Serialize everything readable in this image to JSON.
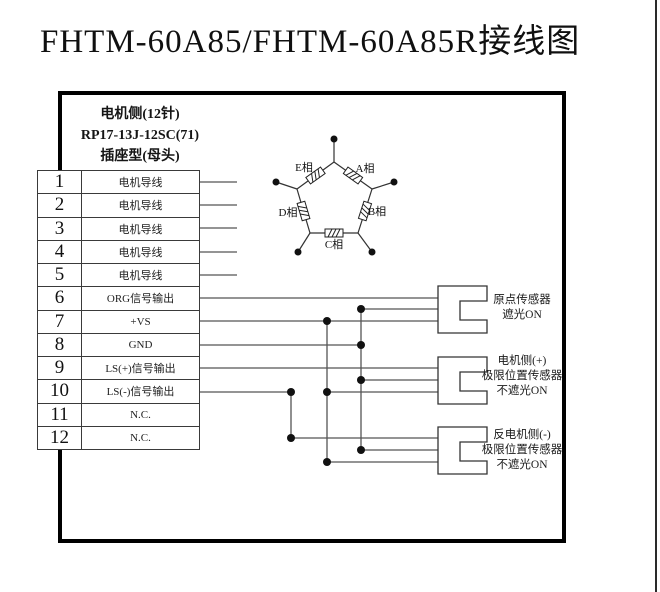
{
  "title": "FHTM-60A85/FHTM-60A85R接线图",
  "connector": {
    "header_lines": [
      "电机侧(12针)",
      "RP17-13J-12SC(71)",
      "插座型(母头)"
    ],
    "pins": [
      {
        "no": "1",
        "label": "电机导线"
      },
      {
        "no": "2",
        "label": "电机导线"
      },
      {
        "no": "3",
        "label": "电机导线"
      },
      {
        "no": "4",
        "label": "电机导线"
      },
      {
        "no": "5",
        "label": "电机导线"
      },
      {
        "no": "6",
        "label": "ORG信号输出"
      },
      {
        "no": "7",
        "label": "+VS"
      },
      {
        "no": "8",
        "label": "GND"
      },
      {
        "no": "9",
        "label": "LS(+)信号输出"
      },
      {
        "no": "10",
        "label": "LS(-)信号输出"
      },
      {
        "no": "11",
        "label": "N.C."
      },
      {
        "no": "12",
        "label": "N.C."
      }
    ]
  },
  "motor": {
    "phase_labels": {
      "a": "A相",
      "b": "B相",
      "c": "C相",
      "d": "D相",
      "e": "E相"
    }
  },
  "sensors": {
    "origin": {
      "line1": "原点传感器",
      "line2": "遮光ON"
    },
    "motor_side": {
      "line1": "电机侧(+)",
      "line2": "极限位置传感器",
      "line3": "不遮光ON"
    },
    "anti_motor_side": {
      "line1": "反电机侧(-)",
      "line2": "极限位置传感器",
      "line3": "不遮光ON"
    }
  },
  "colors": {
    "background": "#ffffff",
    "line": "#333333",
    "wire": "#555555",
    "dot": "#111111",
    "text": "#111111"
  }
}
